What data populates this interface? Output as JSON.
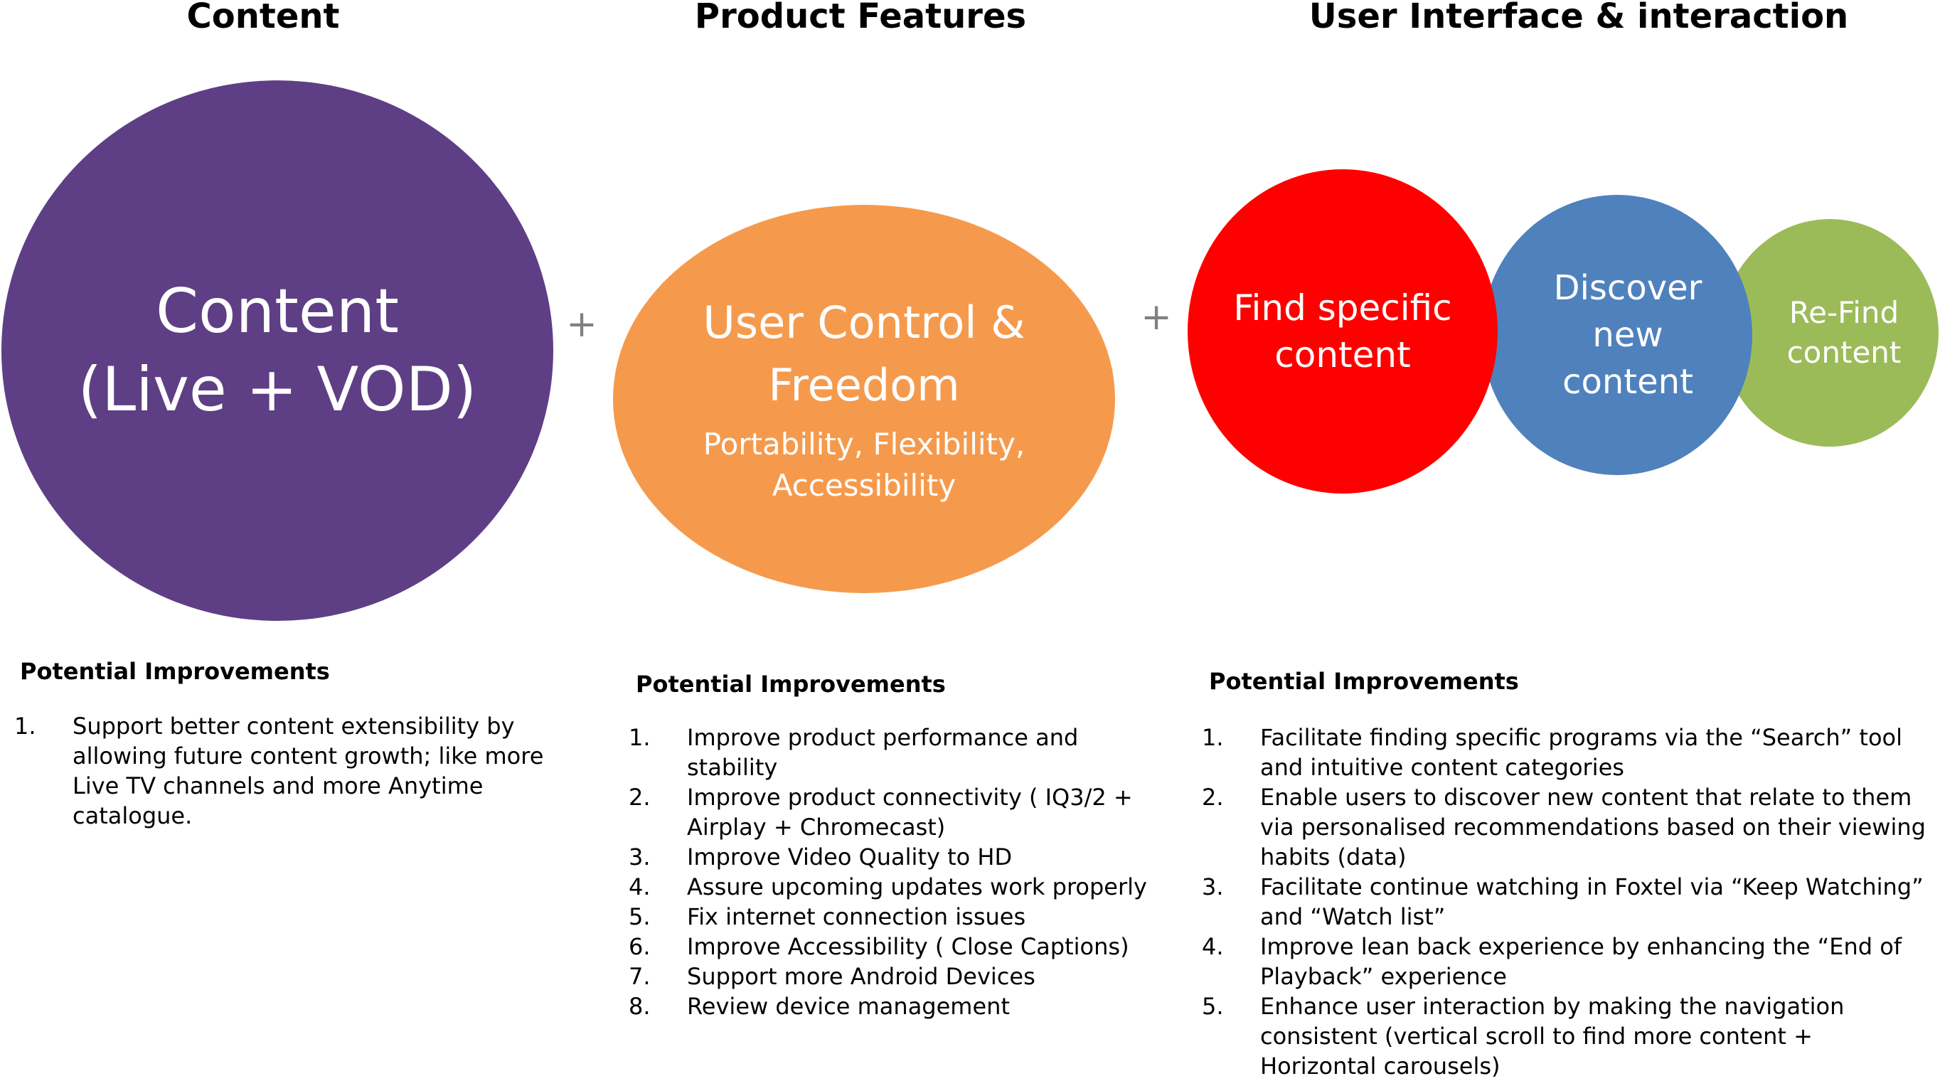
{
  "headings": {
    "content": "Content",
    "product_features": "Product Features",
    "ui": "User Interface & interaction"
  },
  "circles": {
    "content": {
      "line1": "Content",
      "line2": "(Live + VOD)",
      "color": "#5E3F85"
    },
    "user_control": {
      "line1": "User Control &",
      "line2": "Freedom",
      "sub1": "Portability, Flexibility,",
      "sub2": "Accessibility",
      "color": "#F59A4C"
    },
    "find_specific": {
      "line1": "Find specific",
      "line2": "content",
      "color": "#FF0000"
    },
    "discover_new": {
      "line1": "Discover",
      "line2": "new",
      "line3": "content",
      "color": "#4F81BD"
    },
    "re_find": {
      "line1": "Re-Find",
      "line2": "content",
      "color": "#9BBB59"
    }
  },
  "plus_signs": [
    "+",
    "+"
  ],
  "improvements": {
    "content": {
      "title": "Potential Improvements",
      "items": [
        {
          "num": "1.",
          "text": "Support better content extensibility by allowing future content growth; like more Live TV channels and more Anytime catalogue."
        }
      ]
    },
    "product": {
      "title": "Potential Improvements",
      "items": [
        {
          "num": "1.",
          "text": "Improve product performance and stability"
        },
        {
          "num": "2.",
          "text": "Improve product connectivity ( IQ3/2 + Airplay + Chromecast)"
        },
        {
          "num": "3.",
          "text": "Improve Video Quality to HD"
        },
        {
          "num": "4.",
          "text": "Assure upcoming updates work properly"
        },
        {
          "num": "5.",
          "text": "Fix internet connection issues"
        },
        {
          "num": "6.",
          "text": "Improve Accessibility ( Close Captions)"
        },
        {
          "num": "7.",
          "text": "Support more Android Devices"
        },
        {
          "num": "8.",
          "text": "Review device management"
        }
      ]
    },
    "ui": {
      "title": "Potential Improvements",
      "items": [
        {
          "num": "1.",
          "text": "Facilitate finding specific programs via the “Search” tool and intuitive content categories"
        },
        {
          "num": "2.",
          "text": "Enable users to discover new content that relate to them via personalised recommendations based on their viewing habits (data)"
        },
        {
          "num": "3.",
          "text": "Facilitate continue watching in Foxtel via “Keep Watching” and “Watch list”"
        },
        {
          "num": "4.",
          "text": "Improve lean back experience by enhancing the “End of Playback” experience"
        },
        {
          "num": "5.",
          "text": "Enhance user interaction by making the navigation consistent (vertical scroll to find more content + Horizontal carousels)"
        }
      ]
    }
  }
}
